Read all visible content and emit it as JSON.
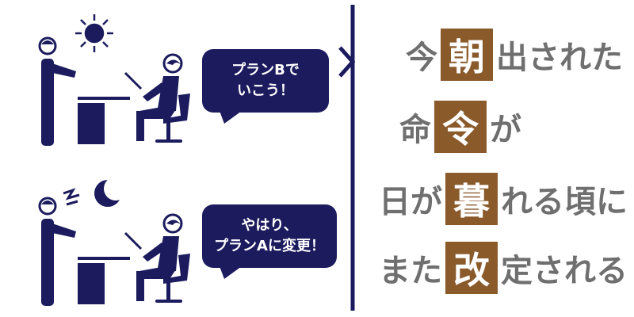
{
  "colors": {
    "navy": "#1b1b5e",
    "brown": "#8a5a2b",
    "gray_text": "#6f6f6f",
    "white": "#ffffff"
  },
  "scenes": [
    {
      "icon": "sun-icon",
      "bubble": [
        "プランBで",
        "いこう！"
      ]
    },
    {
      "icon": "crescent-moon-icon",
      "bubble": [
        "やはり、",
        "プランAに変更！"
      ]
    }
  ],
  "idiom_rows": [
    {
      "before": "今",
      "kanji": "朝",
      "after": "出された"
    },
    {
      "before": "命",
      "kanji": "令",
      "after": "が"
    },
    {
      "before": "日が",
      "kanji": "暮",
      "after": "れる頃に"
    },
    {
      "before": "また",
      "kanji": "改",
      "after": "定される"
    }
  ]
}
